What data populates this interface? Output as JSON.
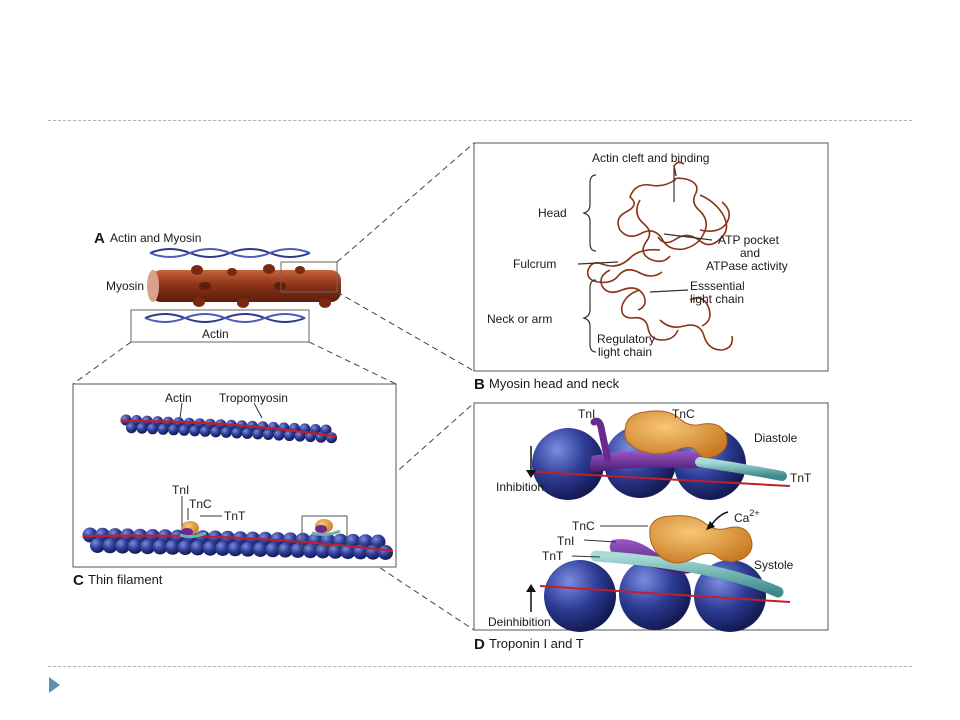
{
  "slide": {
    "accent_color": "#5e8fb0",
    "nav_icon": "triangle-right-icon"
  },
  "panel_a": {
    "letter": "A",
    "title": "Actin and Myosin",
    "myosin_label": "Myosin",
    "actin_label": "Actin"
  },
  "panel_b": {
    "letter": "B",
    "caption": "Myosin head and neck",
    "labels": {
      "actin_cleft": "Actin cleft and binding",
      "head": "Head",
      "atp_pocket_1": "ATP pocket",
      "atp_pocket_2": "and",
      "atp_pocket_3": "ATPase activity",
      "fulcrum": "Fulcrum",
      "essential_1": "Esssential",
      "essential_2": "light chain",
      "neck": "Neck or arm",
      "regulatory_1": "Regulatory",
      "regulatory_2": "light chain"
    }
  },
  "panel_c": {
    "letter": "C",
    "caption": "Thin filament",
    "labels": {
      "actin": "Actin",
      "tropomyosin": "Tropomyosin",
      "tni": "TnI",
      "tnc": "TnC",
      "tnt": "TnT"
    }
  },
  "panel_d": {
    "letter": "D",
    "caption": "Troponin I and T",
    "diastole": {
      "tni": "TnI",
      "tnc": "TnC",
      "state": "Diastole",
      "tnt": "TnT",
      "arrow_label": "Inhibition"
    },
    "systole": {
      "tnc": "TnC",
      "ca_base": "Ca",
      "ca_sup": "2+",
      "tni": "TnI",
      "tnt": "TnT",
      "state": "Systole",
      "arrow_label": "Deinhibition"
    }
  },
  "colors": {
    "actin_bead": "#2d3a8c",
    "tropomyosin": "#c0202a",
    "myosin": "#8a3318",
    "troponin_c": "#e39a3c",
    "troponin_i": "#6a2a90",
    "troponin_t": "#6fb0b0"
  }
}
